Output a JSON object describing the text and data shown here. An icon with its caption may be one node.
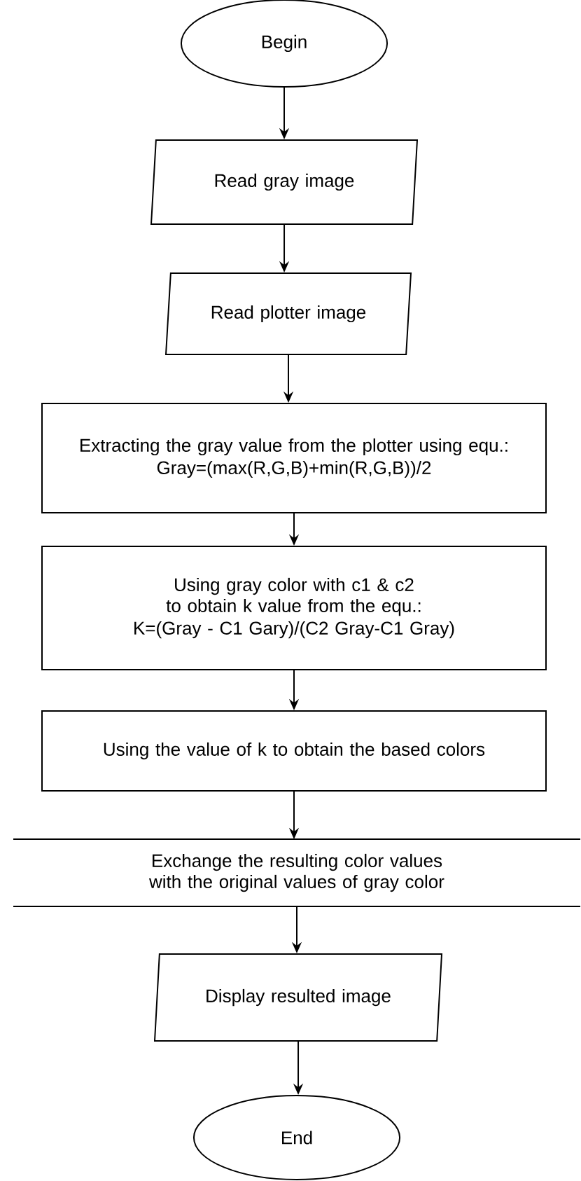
{
  "diagram": {
    "nodes": [
      {
        "text": [
          "Begin"
        ]
      },
      {
        "text": [
          "Read gray image"
        ]
      },
      {
        "text": [
          "Read plotter image"
        ]
      },
      {
        "text": [
          "Extracting the gray value from the plotter using equ.:",
          "Gray=(max(R,G,B)+min(R,G,B))/2"
        ]
      },
      {
        "text": [
          "Using gray color with c1 & c2 to obtain k value from the equ.:",
          "K=(Gray - C1 Gary)/(C2 Gray-C1 Gray)"
        ]
      },
      {
        "text": [
          "Using the value of k to obtain the based colors"
        ]
      },
      {
        "text": [
          "Exchange the resulting color values with the original values of gray color"
        ]
      },
      {
        "text": [
          "Display resulted image"
        ]
      },
      {
        "text": [
          "End"
        ]
      }
    ],
    "edges": [
      {
        "from": 0,
        "to": 1,
        "arrow": "to"
      },
      {
        "from": 1,
        "to": 2,
        "arrow": "to"
      },
      {
        "from": 2,
        "to": 3,
        "arrow": "to"
      },
      {
        "from": 3,
        "to": 4,
        "arrow": "to"
      },
      {
        "from": 4,
        "to": 5,
        "arrow": "to"
      },
      {
        "from": 5,
        "to": 6,
        "arrow": "to"
      },
      {
        "from": 6,
        "to": 7,
        "arrow": "to"
      },
      {
        "from": 7,
        "to": 8,
        "arrow": "to"
      }
    ]
  }
}
